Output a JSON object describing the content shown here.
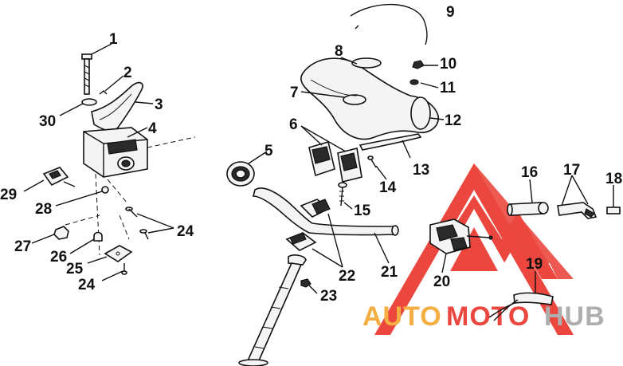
{
  "callouts": [
    "1",
    "2",
    "3",
    "4",
    "5",
    "6",
    "7",
    "8",
    "9",
    "10",
    "11",
    "12",
    "13",
    "14",
    "15",
    "16",
    "17",
    "18",
    "19",
    "20",
    "21",
    "22",
    "23",
    "24",
    "24",
    "25",
    "26",
    "27",
    "28",
    "29",
    "30"
  ],
  "watermark": {
    "part1": "AUTO",
    "part2": "MOTO",
    "part3": "HUB"
  },
  "colors": {
    "watermark_red": "#e8281e",
    "watermark_orange": "#f4a020",
    "watermark_gray": "#a0a0a0",
    "line": "#111111"
  }
}
